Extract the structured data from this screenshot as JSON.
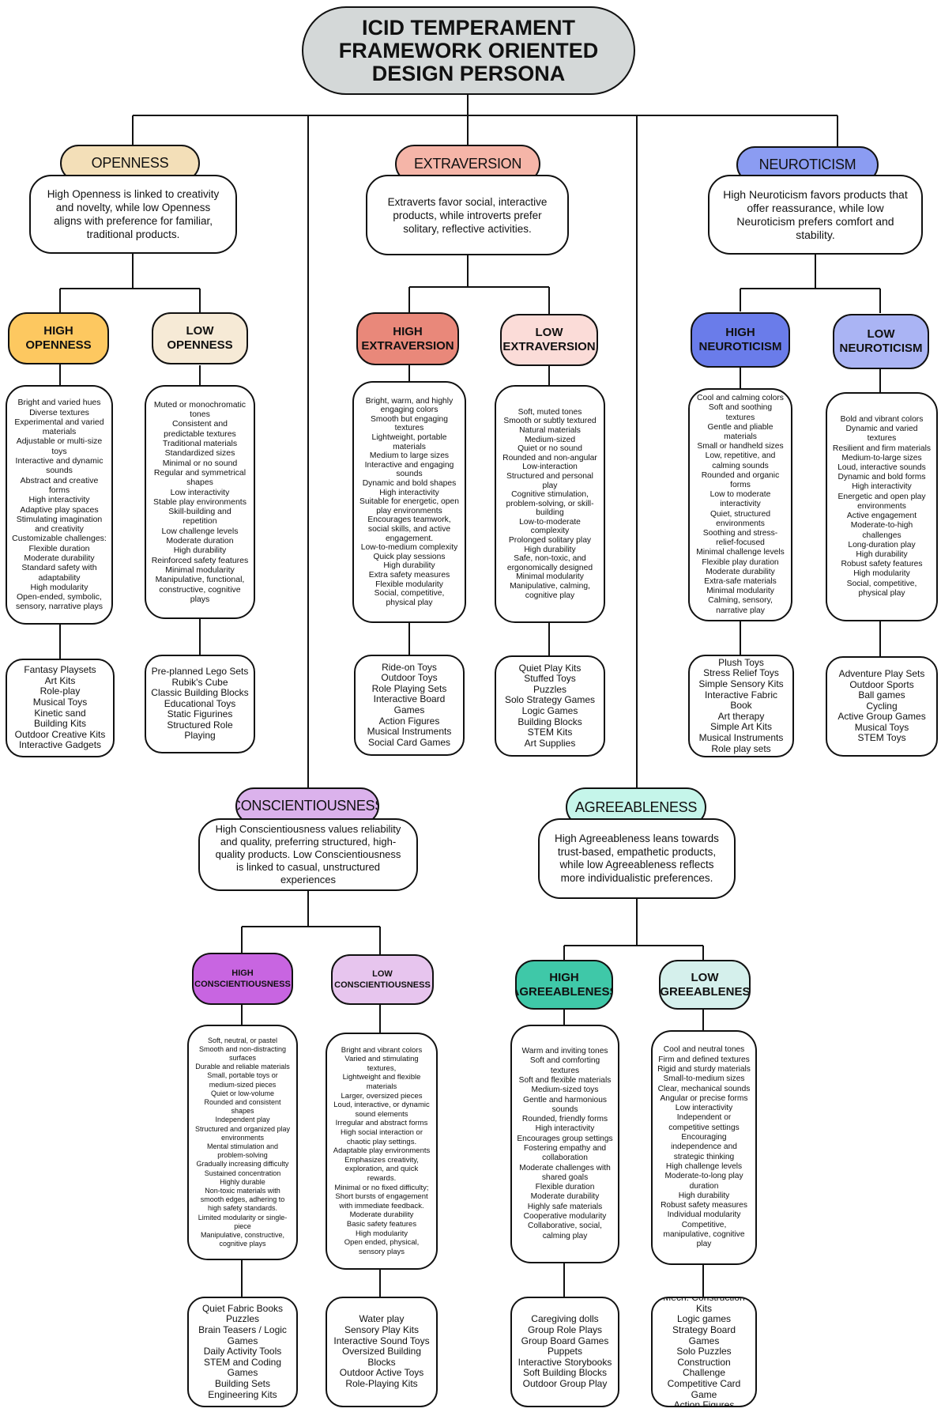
{
  "title": "ICID TEMPERAMENT FRAMEWORK ORIENTED DESIGN PERSONA",
  "colors": {
    "title_bg": "#d4d8d8",
    "openness": "#f3dfb8",
    "high_openness": "#fdc860",
    "low_openness": "#f6ead6",
    "extraversion": "#f5b5a8",
    "high_extraversion": "#e9887a",
    "low_extraversion": "#fbdcd8",
    "neuroticism": "#8b9cf2",
    "high_neuroticism": "#6a7cea",
    "low_neuroticism": "#aab4f4",
    "conscientiousness": "#dbb2ec",
    "high_conscientiousness": "#c865e1",
    "low_conscientiousness": "#e7c5ee",
    "agreeableness": "#c5f5ea",
    "high_agreeableness": "#3fc8a8",
    "low_agreeableness": "#d5f0ec"
  },
  "traits": {
    "openness": {
      "label": "OPENNESS",
      "description": "High Openness is linked to creativity and novelty, while low Openness aligns with preference for familiar, traditional products.",
      "high": {
        "label": "HIGH OPENNESS",
        "attributes": [
          "Bright and varied hues",
          "Diverse textures",
          "Experimental and varied materials",
          "Adjustable or multi-size toys",
          "Interactive and dynamic sounds",
          "Abstract and creative forms",
          "High interactivity",
          "Adaptive play spaces",
          "Stimulating imagination and creativity",
          "Customizable challenges:",
          "Flexible duration",
          "Moderate durability",
          "Standard safety with adaptability",
          "High modularity",
          "Open-ended, symbolic, sensory, narrative plays"
        ],
        "toys": [
          "Fantasy Playsets",
          "Art Kits",
          "Role-play",
          "Musical Toys",
          "Kinetic sand",
          "Building Kits",
          "Outdoor Creative Kits",
          "Interactive Gadgets"
        ]
      },
      "low": {
        "label": "LOW OPENNESS",
        "attributes": [
          "Muted or monochromatic tones",
          "Consistent and predictable textures",
          "Traditional materials",
          "Standardized sizes",
          "Minimal or no sound",
          "Regular and symmetrical shapes",
          "Low interactivity",
          "Stable play environments",
          "Skill-building and repetition",
          "Low challenge levels",
          "Moderate duration",
          "High durability",
          "Reinforced safety features",
          "Minimal modularity",
          "Manipulative, functional, constructive, cognitive plays"
        ],
        "toys": [
          "Pre-planned Lego Sets",
          "Rubik's Cube",
          "Classic Building Blocks",
          "Educational Toys",
          "Static Figurines",
          "Structured Role Playing"
        ]
      }
    },
    "extraversion": {
      "label": "EXTRAVERSION",
      "description": "Extraverts favor social, interactive products, while introverts prefer solitary, reflective activities.",
      "high": {
        "label": "HIGH EXTRAVERSION",
        "attributes": [
          "Bright, warm, and highly engaging colors",
          "Smooth but engaging textures",
          "Lightweight, portable materials",
          "Medium to large sizes",
          "Interactive and engaging sounds",
          "Dynamic and bold shapes",
          "High interactivity",
          "Suitable for energetic, open play environments",
          "Encourages teamwork, social skills, and active engagement.",
          "Low-to-medium complexity",
          "Quick play sessions",
          "High durability",
          "Extra safety measures",
          "Flexible modularity",
          "Social, competitive, physical play"
        ],
        "toys": [
          "Ride-on Toys",
          "Outdoor Toys",
          "Role Playing Sets",
          "Interactive Board Games",
          "Action Figures",
          "Musical Instruments",
          "Social Card Games"
        ]
      },
      "low": {
        "label": "LOW EXTRAVERSION",
        "attributes": [
          "Soft, muted tones",
          "Smooth or subtly textured",
          "Natural materials",
          "Medium-sized",
          "Quiet or no sound",
          "Rounded and non-angular",
          "Low-interaction",
          "Structured and personal play",
          "Cognitive stimulation, problem-solving, or skill-building",
          "Low-to-moderate complexity",
          "Prolonged solitary play",
          "High durability",
          "Safe, non-toxic, and ergonomically designed",
          "Minimal modularity",
          "Manipulative, calming, cognitive play"
        ],
        "toys": [
          "Quiet Play Kits",
          "Stuffed Toys",
          "Puzzles",
          "Solo Strategy Games",
          "Logic Games",
          "Building Blocks",
          "STEM Kits",
          "Art Supplies"
        ]
      }
    },
    "neuroticism": {
      "label": "NEUROTICISM",
      "description": "High Neuroticism favors products that offer reassurance, while low Neuroticism prefers comfort and stability.",
      "high": {
        "label": "HIGH NEUROTICISM",
        "attributes": [
          "Cool and calming colors",
          "Soft and soothing textures",
          "Gentle and pliable materials",
          "Small or handheld sizes",
          "Low, repetitive, and calming sounds",
          "Rounded and organic forms",
          "Low to moderate interactivity",
          "Quiet, structured environments",
          "Soothing and stress-relief-focused",
          "Minimal challenge levels",
          "Flexible play duration",
          "Moderate durability",
          "Extra-safe materials",
          "Minimal modularity",
          "Calming, sensory, narrative play"
        ],
        "toys": [
          "Plush Toys",
          "Stress Relief Toys",
          "Simple Sensory Kits",
          "Interactive Fabric Book",
          "Art therapy",
          "Simple Art Kits",
          "Musical Instruments",
          "Role play sets"
        ]
      },
      "low": {
        "label": "LOW NEUROTICISM",
        "attributes": [
          "Bold and vibrant colors",
          "Dynamic and varied textures",
          "Resilient and firm materials",
          "Medium-to-large sizes",
          "Loud, interactive sounds",
          "Dynamic and bold forms",
          "High interactivity",
          "Energetic and open play environments",
          "Active engagement",
          "Moderate-to-high challenges",
          "Long-duration play",
          "High durability",
          "Robust safety features",
          "High modularity",
          "Social, competitive, physical play"
        ],
        "toys": [
          "Adventure Play Sets",
          "Outdoor Sports",
          "Ball games",
          "Cycling",
          "Active Group Games",
          "Musical Toys",
          "STEM Toys"
        ]
      }
    },
    "conscientiousness": {
      "label": "CONSCIENTIOUSNESS",
      "description": "High Conscientiousness values reliability and quality, preferring structured, high-quality products. Low Conscientiousness is linked to casual, unstructured experiences",
      "high": {
        "label": "HIGH CONSCIENTIOUSNESS",
        "attributes": [
          "Soft, neutral, or pastel",
          "Smooth and non-distracting surfaces",
          "Durable and reliable materials",
          "Small, portable toys or medium-sized pieces",
          "Quiet or low-volume",
          "Rounded and consistent shapes",
          "Independent play",
          "Structured and organized play environments",
          "Mental stimulation and problem-solving",
          "Gradually increasing difficulty",
          "Sustained concentration",
          "Highly durable",
          "Non-toxic materials with smooth edges, adhering to high safety standards.",
          "Limited modularity or single-piece",
          "Manipulative, constructive, cognitive plays"
        ],
        "toys": [
          "Quiet Fabric Books",
          "Puzzles",
          "Brain Teasers / Logic Games",
          "Daily Activity Tools",
          "STEM and Coding Games",
          "Building Sets",
          "Engineering Kits"
        ]
      },
      "low": {
        "label": "LOW CONSCIENTIOUSNESS",
        "attributes": [
          "Bright and vibrant colors",
          "Varied and stimulating textures,",
          "Lightweight and flexible materials",
          "Larger, oversized pieces",
          "Loud, interactive, or dynamic sound elements",
          "Irregular and abstract forms",
          "High social interaction or chaotic play settings.",
          "Adaptable play environments",
          "Emphasizes creativity, exploration, and quick rewards.",
          "Minimal or no fixed difficulty; Short bursts of engagement with immediate feedback.",
          "Moderate durability",
          "Basic safety features",
          "High modularity",
          "Open ended, physical, sensory plays"
        ],
        "toys": [
          "Water play",
          "Sensory Play Kits",
          "Interactive Sound Toys",
          "Oversized Building Blocks",
          "Outdoor Active Toys",
          "Role-Playing Kits"
        ]
      }
    },
    "agreeableness": {
      "label": "AGREEABLENESS",
      "description": "High Agreeableness leans towards trust-based, empathetic products, while low Agreeableness reflects more individualistic preferences.",
      "high": {
        "label": "HIGH AGREEABLENESS",
        "attributes": [
          "Warm and inviting tones",
          "Soft and comforting textures",
          "Soft and flexible materials",
          "Medium-sized toys",
          "Gentle and harmonious sounds",
          "Rounded, friendly forms",
          "High interactivity",
          "Encourages group settings",
          "Fostering empathy and collaboration",
          "Moderate challenges with shared goals",
          "Flexible duration",
          "Moderate durability",
          "Highly safe materials",
          "Cooperative modularity",
          "Collaborative, social, calming play"
        ],
        "toys": [
          "Caregiving dolls",
          "Group Role Plays",
          "Group Board Games",
          "Puppets",
          "Interactive Storybooks",
          "Soft Building Blocks",
          "Outdoor Group Play"
        ]
      },
      "low": {
        "label": "LOW AGREEABLENESS",
        "attributes": [
          "Cool and neutral tones",
          "Firm and defined textures",
          "Rigid and sturdy materials",
          "Small-to-medium sizes",
          "Clear, mechanical sounds",
          "Angular or precise forms",
          "Low interactivity",
          "Independent or competitive settings",
          "Encouraging independence and strategic thinking",
          "High challenge levels",
          "Moderate-to-long play duration",
          "High durability",
          "Robust safety measures",
          "Individual modularity",
          "Competitive, manipulative, cognitive play"
        ],
        "toys": [
          "Mech. Construction Kits",
          "Logic games",
          "Strategy Board Games",
          "Solo Puzzles",
          "Construction Challenge",
          "Competitive Card Game",
          "Action Figures"
        ]
      }
    }
  }
}
